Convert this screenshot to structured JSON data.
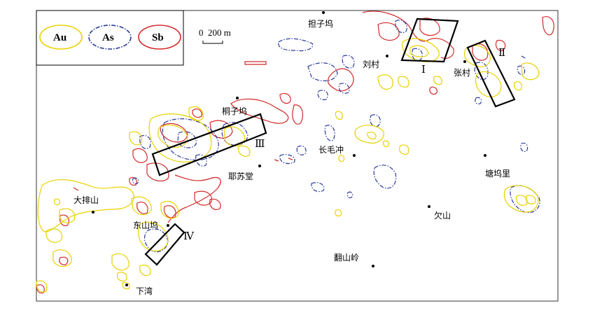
{
  "legend": {
    "items": [
      {
        "label": "Au",
        "color": "#e8d200",
        "dash": "solid"
      },
      {
        "label": "As",
        "color": "#2b3a9c",
        "dash": "dashdot"
      },
      {
        "label": "Sb",
        "color": "#d22a2a",
        "dash": "solid"
      }
    ]
  },
  "scale_bar": {
    "label": "0  200 m"
  },
  "places": {
    "danziwu": "担子坞",
    "liucun": "刘村",
    "zhangcun": "张村",
    "tongziwu": "桐子坞",
    "changmaochong": "长毛冲",
    "yesutang": "耶苏堂",
    "tangwuli": "塘坞里",
    "dapaishan": "大排山",
    "dongshanwu": "东山坞",
    "qianshan": "欠山",
    "fanshanling": "翻山岭",
    "xiawan": "下湾"
  },
  "zones": {
    "z1": "Ⅰ",
    "z2": "Ⅱ",
    "z3": "Ⅲ",
    "z4": "Ⅳ"
  },
  "colors": {
    "au": "#e8d200",
    "as": "#2b3a9c",
    "sb": "#d22a2a",
    "frame": "#000000"
  }
}
